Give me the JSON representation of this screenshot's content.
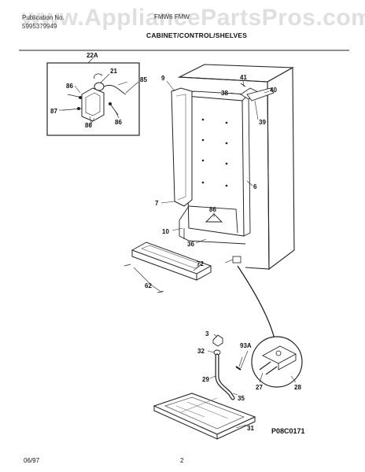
{
  "watermark": "www.AppliancePartsPros.com",
  "header": {
    "publication_label": "Publication No.",
    "publication_number": "5995379949",
    "model": "FMW6  FMW",
    "section_title": "CABINET/CONTROL/SHELVES"
  },
  "footer": {
    "date": "06/97",
    "page_number": "2",
    "diagram_code": "P08C0171"
  },
  "callouts": {
    "c22A": "22A",
    "c21": "21",
    "c85": "85",
    "c86a": "86",
    "c87": "87",
    "c80": "80",
    "c86b": "86",
    "c9": "9",
    "c41": "41",
    "c38": "38",
    "c40": "40",
    "c39": "39",
    "c6": "6",
    "c7": "7",
    "c86c": "86",
    "c10": "10",
    "c36": "36",
    "c72": "72",
    "c62": "62",
    "c3": "3",
    "c32": "32",
    "c93A": "93A",
    "c29": "29",
    "c35": "35",
    "c27": "27",
    "c28": "28",
    "c31": "31"
  }
}
